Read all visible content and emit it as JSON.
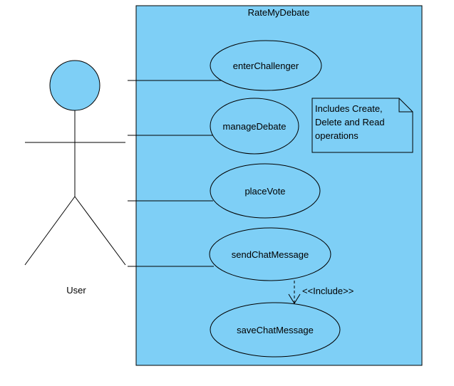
{
  "diagram": {
    "system_title": "RateMyDebate",
    "actor_label": "User",
    "use_cases": {
      "enter_challenger": "enterChallenger",
      "manage_debate": "manageDebate",
      "place_vote": "placeVote",
      "send_chat_message": "sendChatMessage",
      "save_chat_message": "saveChatMessage"
    },
    "note_lines": [
      "Includes Create,",
      "Delete and Read",
      "operations"
    ],
    "include_label": "<<Include>>"
  },
  "colors": {
    "boundary_fill": "#7ECFF6",
    "use_case_fill": "#7ECFF6",
    "actor_head_fill": "#7ECFF6",
    "line": "#000000",
    "background": "#FFFFFF"
  }
}
